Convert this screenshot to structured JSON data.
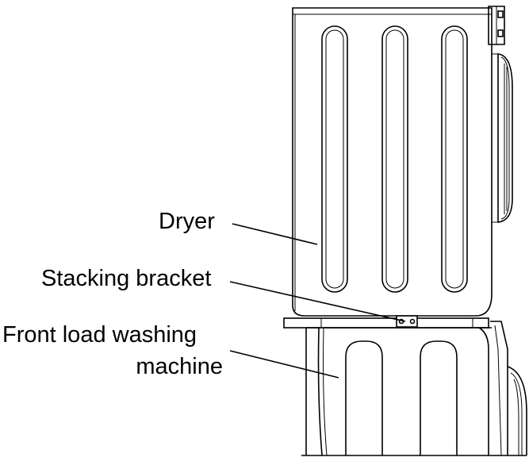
{
  "labels": {
    "dryer": "Dryer",
    "stacking_bracket": "Stacking bracket",
    "washer_line1": "Front load washing",
    "washer_line2": "machine"
  }
}
